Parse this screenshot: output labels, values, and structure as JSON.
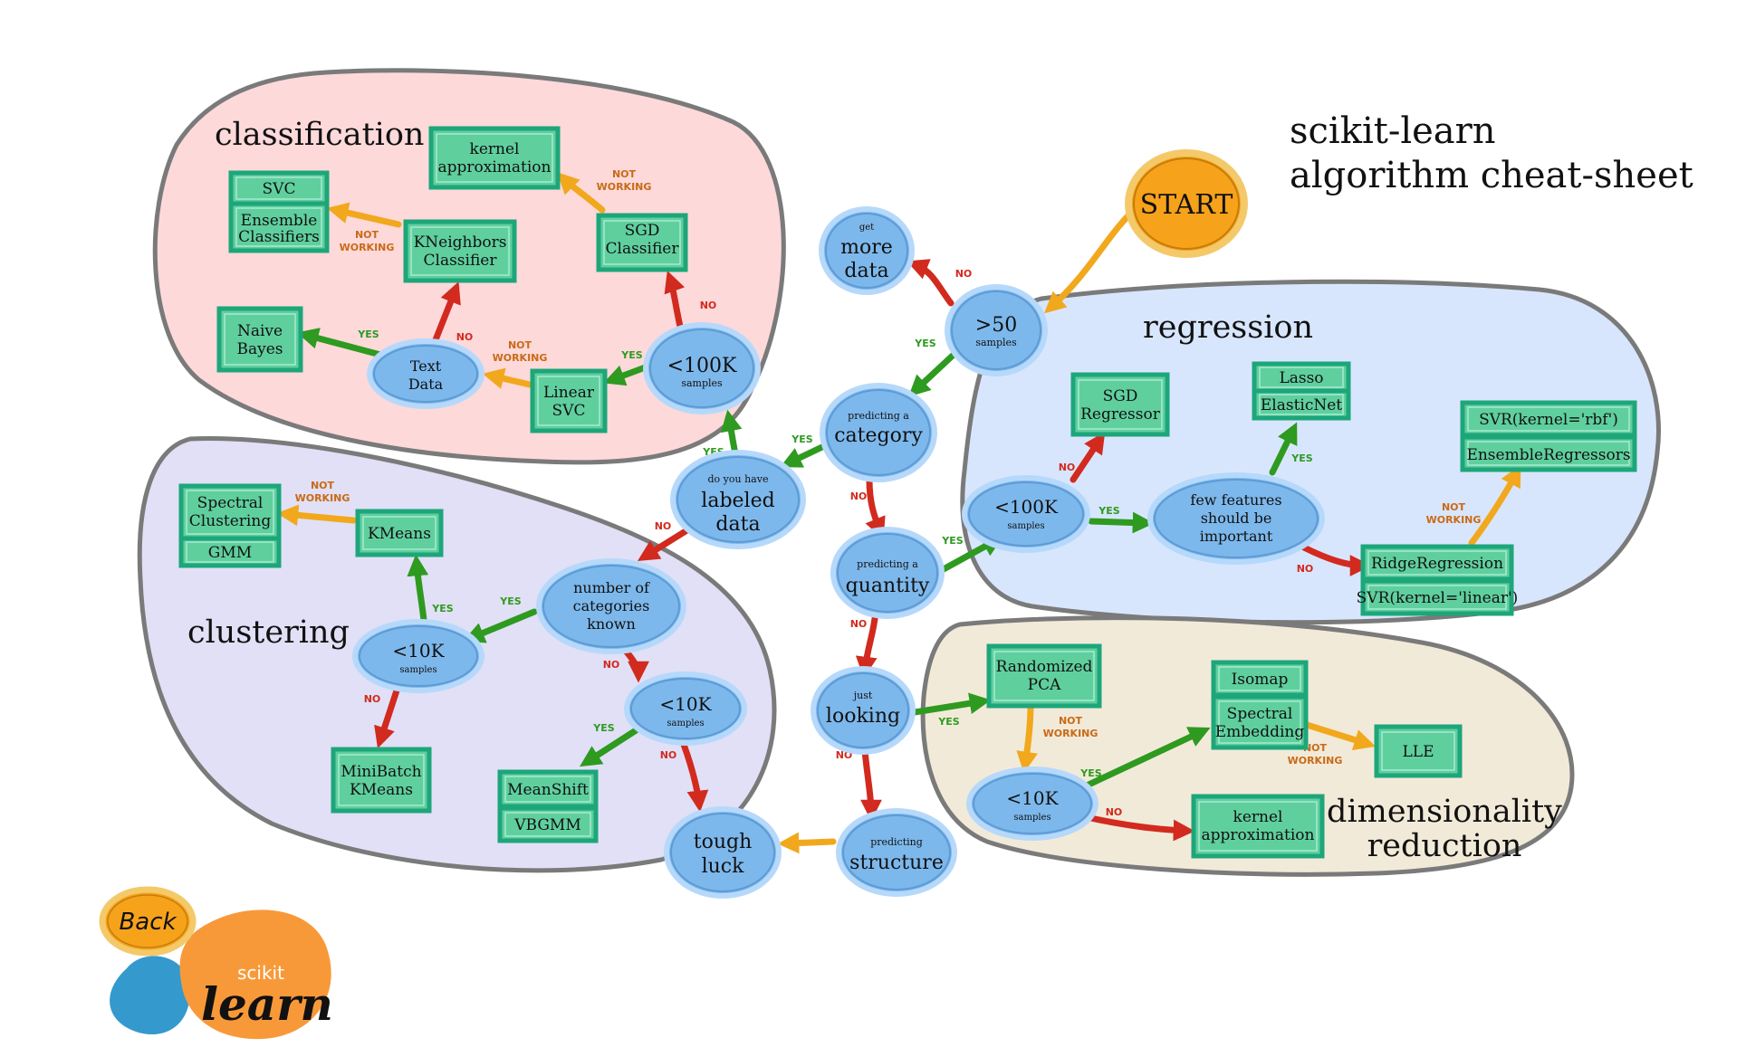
{
  "title": {
    "line1": "scikit-learn",
    "line2": "algorithm cheat-sheet"
  },
  "colors": {
    "yes": "#2e9a20",
    "no": "#d22a1e",
    "not_working": "#f2a81d",
    "classification_bg": "#fdd9da",
    "clustering_bg": "#e1e0f6",
    "regression_bg": "#d8e6fd",
    "dim_reduction_bg": "#f2ead9",
    "decision_node": "#7db8ec",
    "estimator_box": "#5fcf9e",
    "start": "#f7a21b"
  },
  "regions": {
    "classification": "classification",
    "clustering": "clustering",
    "regression": "regression",
    "dim_reduction_1": "dimensionality",
    "dim_reduction_2": "reduction"
  },
  "start": "START",
  "back_button": "Back",
  "logo": {
    "small": "scikit",
    "big": "learn"
  },
  "decisions": {
    "more_data": [
      "get",
      "more",
      "data"
    ],
    "gt50": [
      ">50",
      "samples"
    ],
    "category": [
      "predicting a",
      "category"
    ],
    "labeled": [
      "do you have",
      "labeled",
      "data"
    ],
    "quantity": [
      "predicting a",
      "quantity"
    ],
    "looking": [
      "just",
      "looking"
    ],
    "structure": [
      "predicting",
      "structure"
    ],
    "tough": [
      "tough",
      "luck"
    ],
    "clf100k": [
      "<100K",
      "samples"
    ],
    "text": [
      "Text",
      "Data"
    ],
    "numcat": [
      "number of",
      "categories",
      "known"
    ],
    "clu10k_a": [
      "<10K",
      "samples"
    ],
    "clu10k_b": [
      "<10K",
      "samples"
    ],
    "reg100k": [
      "<100K",
      "samples"
    ],
    "fewfeat": [
      "few features",
      "should be",
      "important"
    ],
    "dim10k": [
      "<10K",
      "samples"
    ]
  },
  "estimators": {
    "kernel_approx_clf": [
      "kernel",
      "approximation"
    ],
    "svc": "SVC",
    "ensemble_clf": [
      "Ensemble",
      "Classifiers"
    ],
    "kneighbors": [
      "KNeighbors",
      "Classifier"
    ],
    "sgd_clf": [
      "SGD",
      "Classifier"
    ],
    "naive_bayes": [
      "Naive",
      "Bayes"
    ],
    "linear_svc": [
      "Linear",
      "SVC"
    ],
    "spectral_clustering": [
      "Spectral",
      "Clustering"
    ],
    "gmm": "GMM",
    "kmeans": "KMeans",
    "minibatch": [
      "MiniBatch",
      "KMeans"
    ],
    "meanshift": "MeanShift",
    "vbgmm": "VBGMM",
    "sgd_reg": [
      "SGD",
      "Regressor"
    ],
    "lasso": "Lasso",
    "elasticnet": "ElasticNet",
    "svr_rbf": "SVR(kernel='rbf')",
    "ensemble_reg": "EnsembleRegressors",
    "ridge": "RidgeRegression",
    "svr_linear": "SVR(kernel='linear')",
    "randomized_pca": [
      "Randomized",
      "PCA"
    ],
    "isomap": "Isomap",
    "spectral_embedding": [
      "Spectral",
      "Embedding"
    ],
    "lle": "LLE",
    "kernel_approx_dim": [
      "kernel",
      "approximation"
    ]
  },
  "edge_labels": {
    "yes": "YES",
    "no": "NO",
    "not": "NOT",
    "working": "WORKING"
  }
}
